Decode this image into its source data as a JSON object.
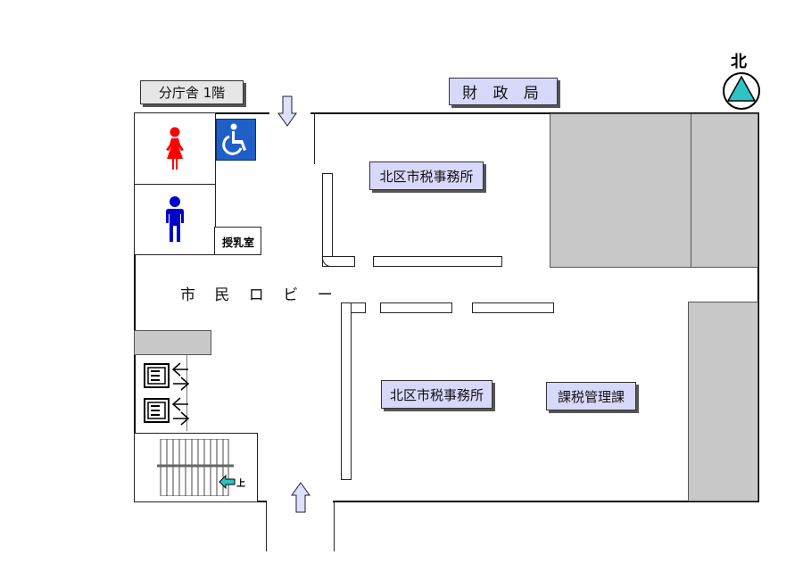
{
  "building_label": "分庁舎 1階",
  "department_label": "財 政 局",
  "north_label": "北",
  "lobby_label": "市 民 ロ ビ ー",
  "nursing_room_label": "授乳室",
  "office_top_label": "北区市税事務所",
  "office_bottom_label": "北区市税事務所",
  "tax_section_label": "課税管理課",
  "stairs_up_label": "上",
  "colors": {
    "label_fill": "#d8d8fb",
    "building_label_fill": "#e6e6e6",
    "gray_area": "#c8c8c8",
    "female_icon": "#ff0000",
    "male_icon": "#0000cc",
    "accessible_icon": "#1e60c8",
    "north_marker": "#2ec4c4",
    "entrance_arrow": "#dde0ff",
    "stairs_arrow": "#2ec4c4"
  },
  "icons": [
    "female-restroom-icon",
    "male-restroom-icon",
    "wheelchair-accessible-icon",
    "elevator-icon",
    "north-arrow-icon",
    "entrance-arrow-icon",
    "stairs-up-arrow-icon"
  ]
}
